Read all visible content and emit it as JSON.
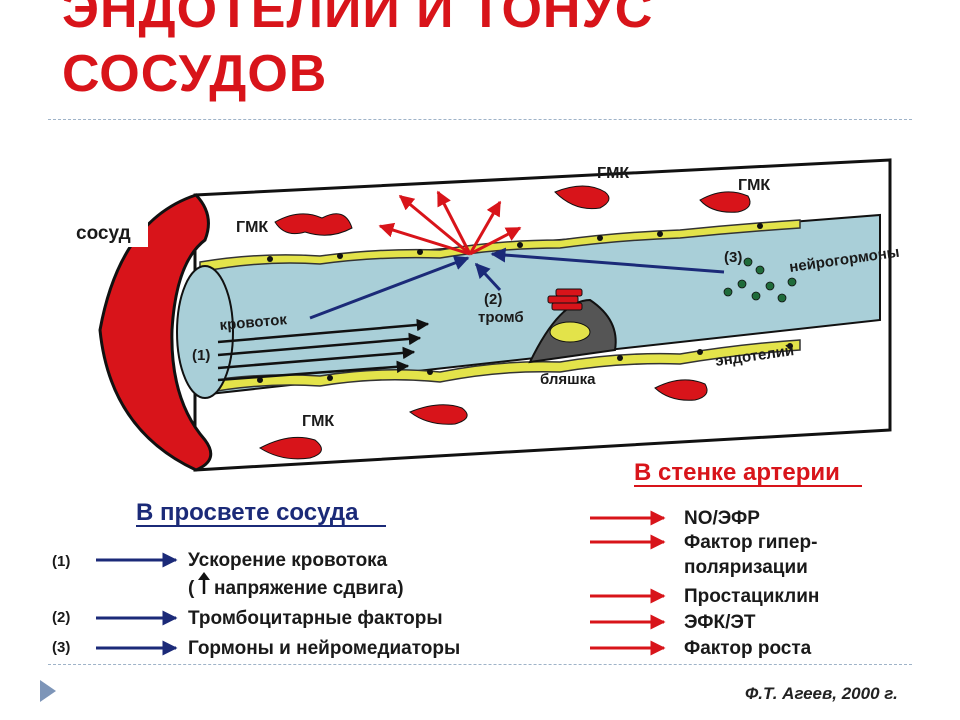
{
  "slide": {
    "title_line1": "ЭНДОТЕЛИЙ И ТОНУС",
    "title_line2": "СОСУДОВ",
    "accent_color": "#d8141a",
    "credit": "Ф.Т. Агеев, 2000 г."
  },
  "diagram": {
    "vessel_label": "сосуд",
    "smc_label": "ГМК",
    "blood_flow_label": "кровоток",
    "marker_1": "(1)",
    "marker_2": "(2)",
    "thrombus_label": "тромб",
    "marker_3": "(3)",
    "neurohormones_label": "нейрогормоны",
    "plaque_label": "бляшка",
    "endothelium_label": "эндотелий",
    "colors": {
      "vessel_wall": "#d8141a",
      "lumen": "#a9cfd8",
      "endothelium": "#e3e34a",
      "arrow_blue": "#1b2a78",
      "arrow_red": "#d8141a"
    }
  },
  "legend_lumen": {
    "heading": "В просвете сосуда",
    "items": [
      {
        "marker": "(1)",
        "line1": "Ускорение кровотока",
        "line2_pre": "(",
        "line2_icon": "arrow-up-icon",
        "line2_text": "напряжение сдвига)"
      },
      {
        "marker": "(2)",
        "line1": "Тромбоцитарные факторы"
      },
      {
        "marker": "(3)",
        "line1": "Гормоны и нейромедиаторы"
      }
    ]
  },
  "legend_wall": {
    "heading": "В стенке артерии",
    "items": [
      {
        "line1": "NO/ЭФР"
      },
      {
        "line1": "Фактор гипер-",
        "line2": "поляризации"
      },
      {
        "line1": "Простациклин"
      },
      {
        "line1": "ЭФК/ЭТ"
      },
      {
        "line1": "Фактор роста"
      }
    ]
  }
}
